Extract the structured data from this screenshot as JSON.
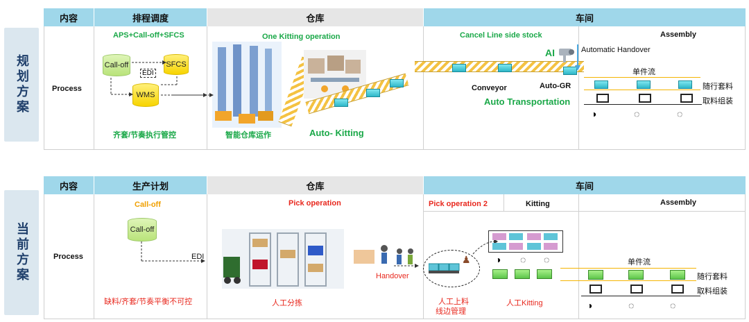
{
  "top": {
    "side_label": "规划方案",
    "headers": {
      "content": "内容",
      "schedule": "排程调度",
      "warehouse": "仓库",
      "workshop": "车间"
    },
    "row_label": "Process",
    "schedule": {
      "title": "APS+Call-off+SFCS",
      "call_off": "Call-off",
      "sfcs": "SFCS",
      "edi": "EDI",
      "wms": "WMS",
      "caption": "齐套/节奏执行管控"
    },
    "warehouse": {
      "title": "One  Kitting operation",
      "smart_warehouse": "智能仓库运作",
      "auto_kitting": "Auto- Kitting"
    },
    "workshop": {
      "cancel_line": "Cancel Line side stock",
      "assembly": "Assembly",
      "ai": "AI",
      "auto_handover": "Automatic Handover",
      "single_flow": "单件流",
      "follow_kit": "随行套料",
      "pick_assemble": "取料组装",
      "conveyor": "Conveyor",
      "auto_gr": "Auto-GR",
      "auto_transport": "Auto Transportation"
    }
  },
  "bottom": {
    "side_label": "当前方案",
    "headers": {
      "content": "内容",
      "plan": "生产计划",
      "warehouse": "仓库",
      "workshop": "车间"
    },
    "row_label": "Process",
    "plan": {
      "title": "Call-off",
      "call_off": "Call-off",
      "edi": "EDI",
      "caption": "缺料/齐套/节奏平衡不可控"
    },
    "warehouse": {
      "title": "Pick operation",
      "manual_sort": "人工分拣",
      "handover": "Handover"
    },
    "workshop": {
      "pick_op2": "Pick operation 2",
      "kitting": "Kitting",
      "assembly": "Assembly",
      "manual_load_line1": "人工上料",
      "manual_load_line2": "线边管理",
      "manual_kitting": "人工Kitting",
      "single_flow": "单件流",
      "follow_kit": "随行套料",
      "pick_assemble": "取料组装"
    }
  }
}
